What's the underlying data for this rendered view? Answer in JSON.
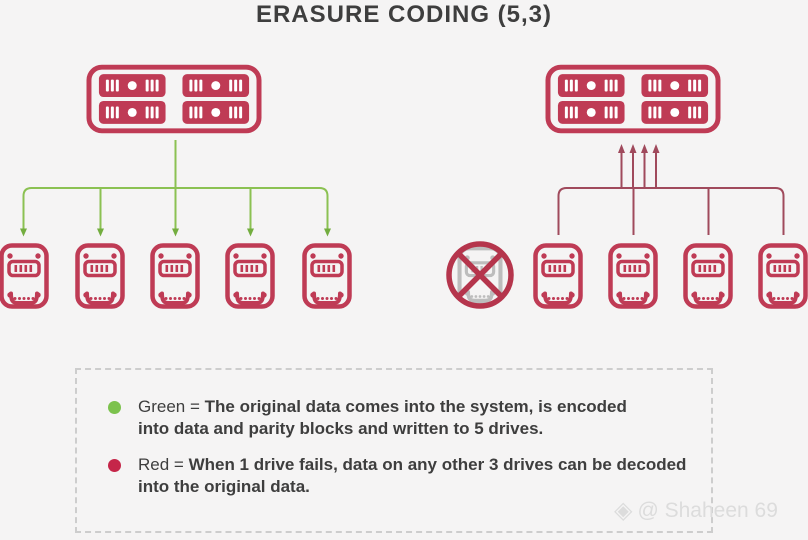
{
  "title": "ERASURE CODING (5,3)",
  "legend": {
    "items": [
      {
        "label": "Green",
        "prefix": "Green = ",
        "description": "The original data comes into the system, is encoded into data and parity blocks and written to 5 drives.",
        "bullet_color": "#7cc24d"
      },
      {
        "label": "Red",
        "prefix": "Red = ",
        "description": "When 1 drive fails, data on any other 3 drives can be decoded into the original data.",
        "bullet_color": "#c52649"
      }
    ]
  },
  "watermark": {
    "icon": "gem-icon",
    "text": "@ Shaheen 69"
  },
  "diagram": {
    "left_server_drive_count": 5,
    "right_server_drive_count": 4,
    "right_failed_drive_count": 1,
    "colors": {
      "icon_red": "#bf3b55",
      "arrow_red": "#a04a5c",
      "arrow_green": "#8bc152",
      "prohibition_red": "#b5354c",
      "failed_gray": "#bdbdbd",
      "background": "#f5f4f4",
      "text": "#3e3e3e"
    }
  }
}
